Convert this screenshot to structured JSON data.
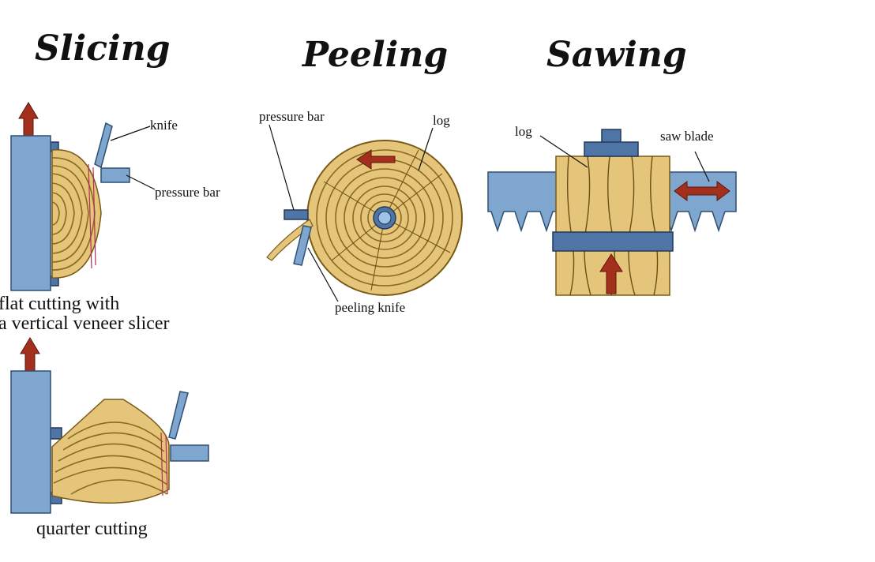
{
  "titles": {
    "slicing": "Slicing",
    "peeling": "Peeling",
    "sawing": "Sawing"
  },
  "slicing": {
    "knife_label": "knife",
    "pressure_bar_label": "pressure bar",
    "flat_caption_line1": "flat cutting with",
    "flat_caption_line2": "a vertical veneer slicer",
    "quarter_caption": "quarter cutting"
  },
  "peeling": {
    "pressure_bar_label": "pressure bar",
    "log_label": "log",
    "knife_label": "peeling knife"
  },
  "sawing": {
    "log_label": "log",
    "blade_label": "saw blade"
  },
  "colors": {
    "steel": "#7ea6cf",
    "steel_dark": "#4f74a6",
    "wood": "#e4c57a",
    "arrow": "#a3301c"
  }
}
